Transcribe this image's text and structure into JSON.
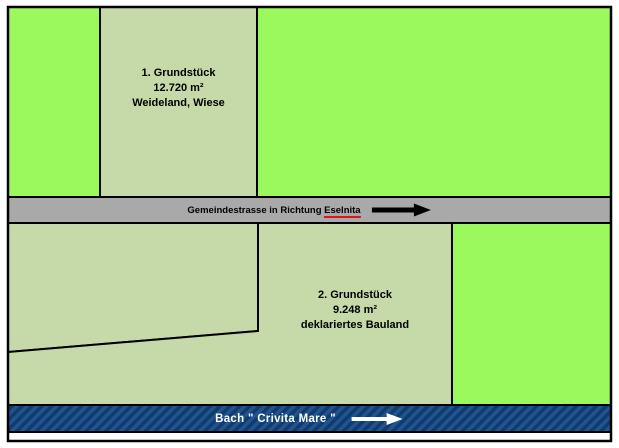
{
  "colors": {
    "bright_green": "#9cf95d",
    "sage_green": "#c6d9a8",
    "road_gray": "#a9a9a9",
    "river_blue": "#1f5493",
    "river_hatch": "#123a6b",
    "line_black": "#000000",
    "misspell_red": "#e01515"
  },
  "parcel1": {
    "line1": "1. Grundstück",
    "line2": "12.720 m²",
    "line3": "Weideland, Wiese"
  },
  "parcel2": {
    "line1": "2. Grundstück",
    "line2": "9.248 m²",
    "line3": "deklariertes Bauland"
  },
  "road": {
    "label_prefix": "Gemeindestrasse in Richtung ",
    "label_town": "Eselnita"
  },
  "river": {
    "label": "Bach \" Crivita Mare \""
  }
}
